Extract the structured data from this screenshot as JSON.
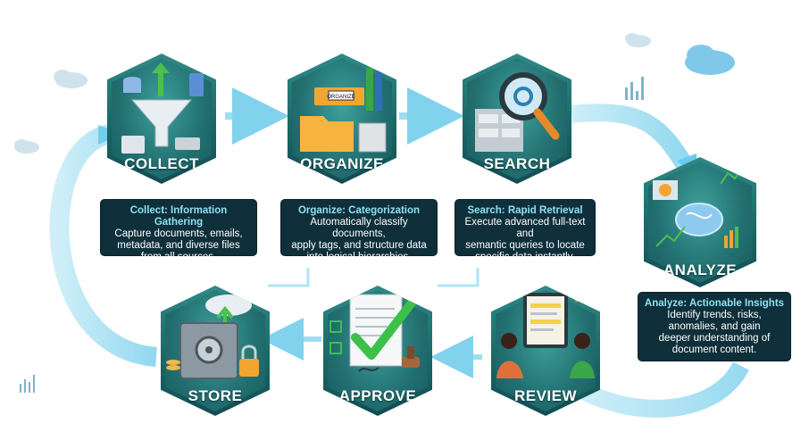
{
  "steps": [
    {
      "title": "COLLECT",
      "heading": "Collect: Information Gathering",
      "body": [
        "Capture documents, emails,",
        "metadata, and diverse files",
        "from all sources."
      ]
    },
    {
      "title": "ORGANIZE",
      "heading": "Organize: Categorization",
      "body": [
        "Automatically classify documents,",
        "apply tags, and structure data",
        "into logical hierarchies."
      ]
    },
    {
      "title": "SEARCH",
      "heading": "Search: Rapid Retrieval",
      "body": [
        "Execute advanced full-text and",
        "semantic queries to locate",
        "specific data instantly."
      ]
    },
    {
      "title": "ANALYZE",
      "heading": "Analyze: Actionable Insights",
      "body": [
        "Identify trends, risks,",
        "anomalies, and gain",
        "deeper understanding of",
        "document content."
      ]
    },
    {
      "title": "STORE"
    },
    {
      "title": "APPROVE"
    },
    {
      "title": "REVIEW"
    }
  ],
  "icons": {
    "organize_folder_tag": "ORGANIZE"
  },
  "colors": {
    "hex_dark": "#124d53",
    "hex_mid": "#226f70",
    "flow_arrow": "#7fd2ec",
    "panel": "#0f2f3a",
    "accent_orange": "#f2a531",
    "accent_green": "#3cc04a"
  }
}
